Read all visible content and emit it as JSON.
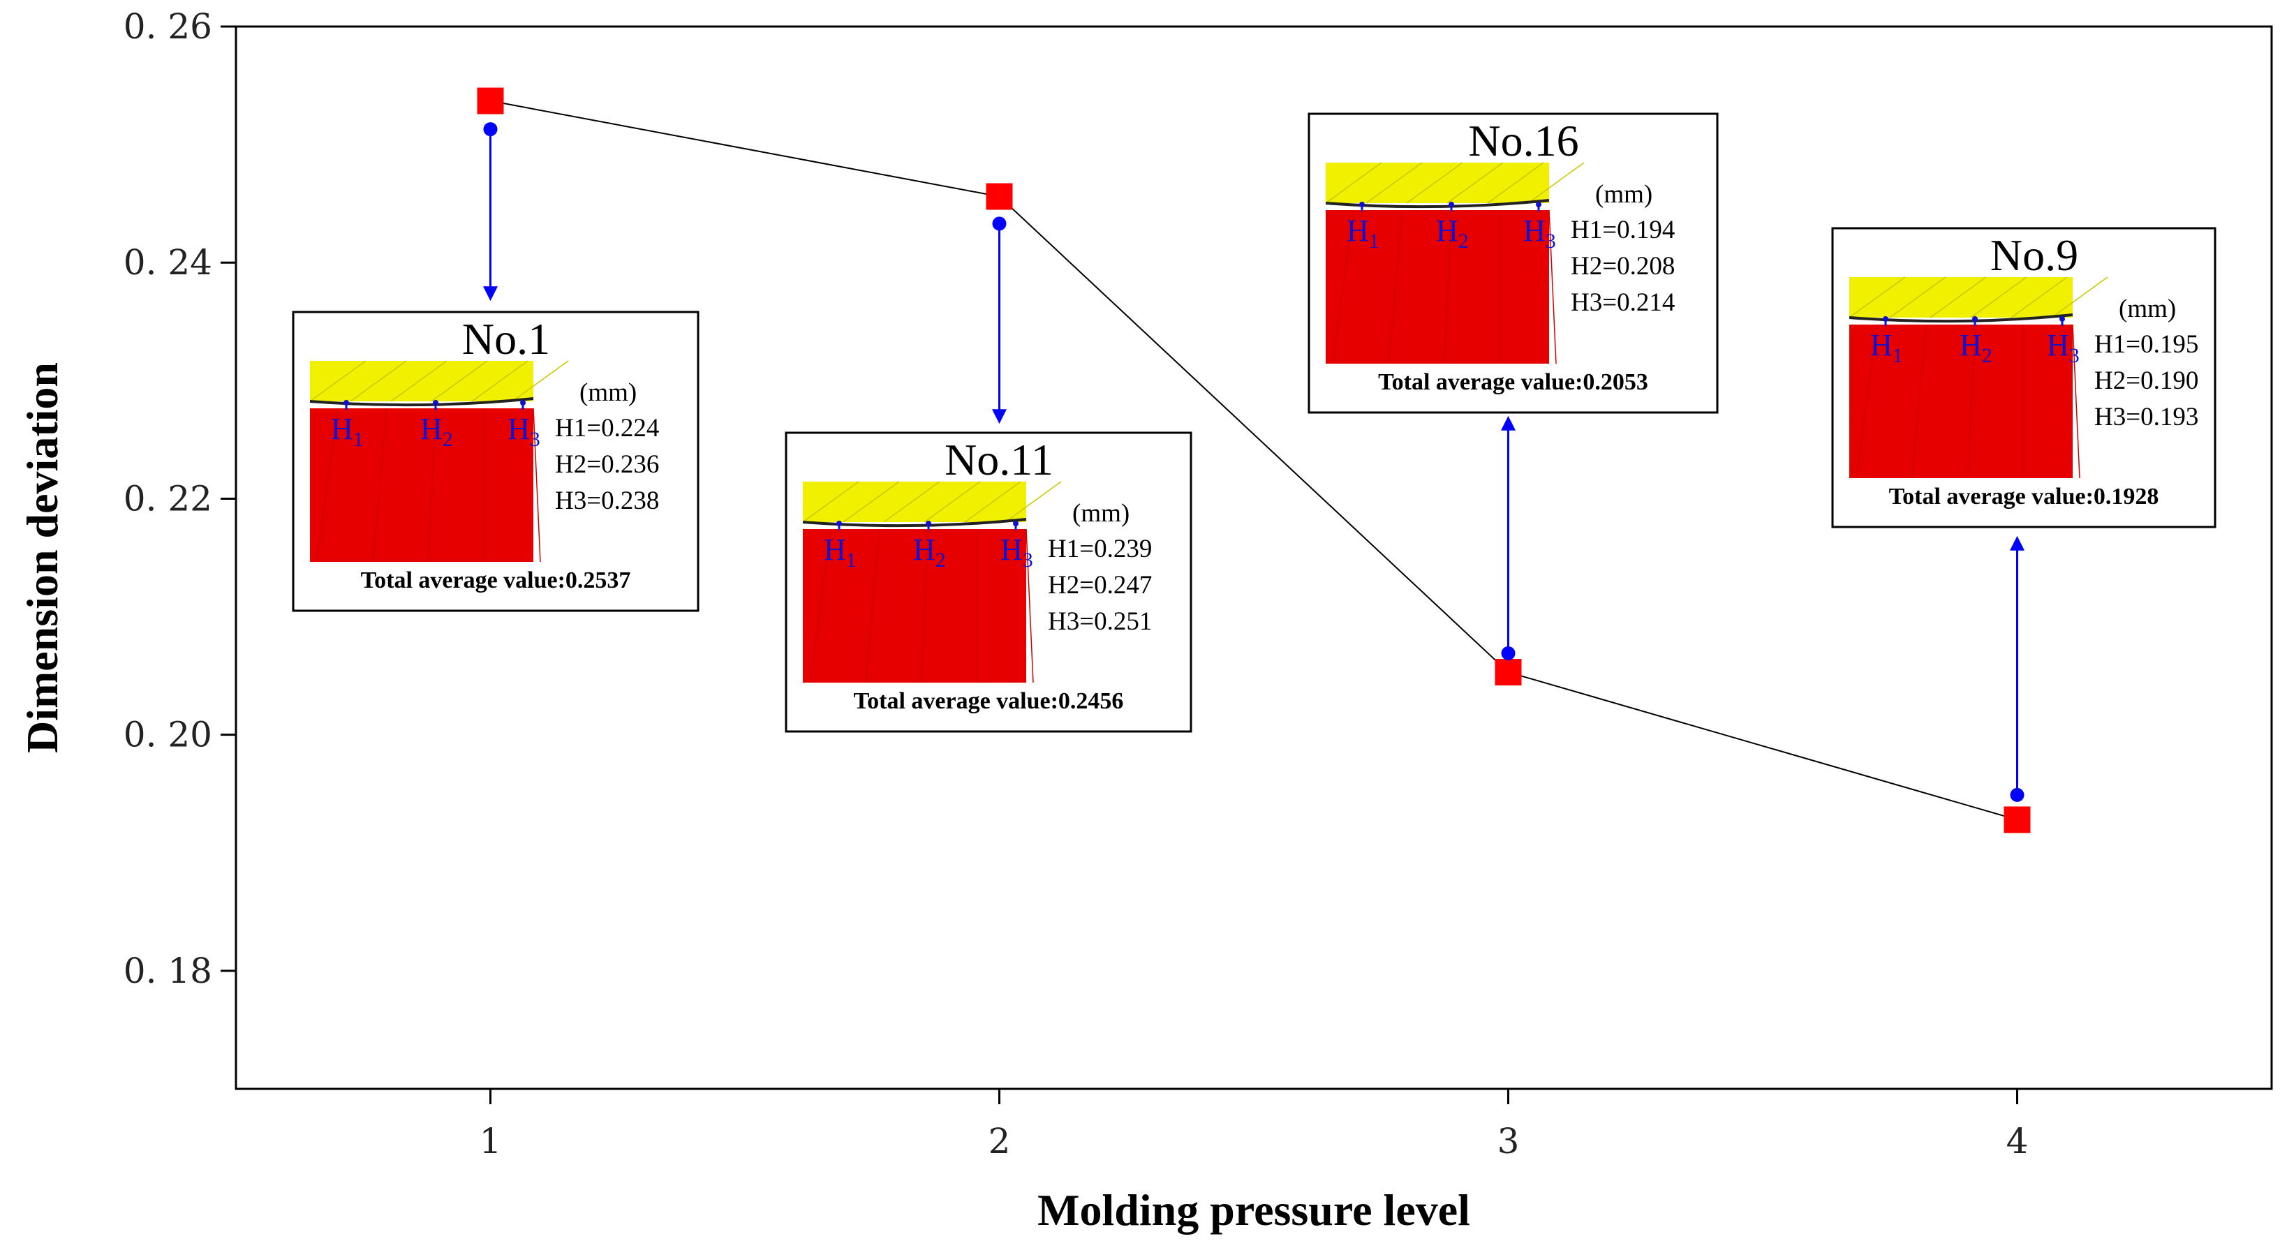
{
  "chart_data": {
    "type": "line",
    "xlabel": "Molding pressure level",
    "ylabel": "Dimension deviation",
    "x_ticks": [
      "1",
      "2",
      "3",
      "4"
    ],
    "y_ticks": [
      "0. 18",
      "0. 20",
      "0. 22",
      "0. 24",
      "0. 26"
    ],
    "xlim": [
      0.5,
      4.5
    ],
    "ylim": [
      0.17,
      0.26
    ],
    "grid": false,
    "series": [
      {
        "marker": "square",
        "color": "#ff0000",
        "x": [
          1,
          2,
          3,
          4
        ],
        "y": [
          0.2537,
          0.2456,
          0.2053,
          0.1928
        ]
      },
      {
        "marker": "circle",
        "color": "#0000ff",
        "x": [
          1,
          2,
          3,
          4
        ],
        "y": [
          0.2513,
          0.2433,
          0.2069,
          0.1949
        ]
      }
    ],
    "annotations": [
      {
        "title": "No.1",
        "unit": "(mm)",
        "h1": "H1=0.224",
        "h2": "H2=0.236",
        "h3": "H3=0.238",
        "total": "Total average value:0.2537"
      },
      {
        "title": "No.11",
        "unit": "(mm)",
        "h1": "H1=0.239",
        "h2": "H2=0.247",
        "h3": "H3=0.251",
        "total": "Total average value:0.2456"
      },
      {
        "title": "No.16",
        "unit": "(mm)",
        "h1": "H1=0.194",
        "h2": "H2=0.208",
        "h3": "H3=0.214",
        "total": "Total average value:0.2053"
      },
      {
        "title": "No.9",
        "unit": "(mm)",
        "h1": "H1=0.195",
        "h2": "H2=0.190",
        "h3": "H3=0.193",
        "total": "Total average value:0.1928"
      }
    ],
    "insert_labels": [
      "H",
      "H",
      "H"
    ],
    "insert_subscripts": [
      "1",
      "2",
      "3"
    ],
    "colors": {
      "upper_mold": "#f0f000",
      "lower_part": "#e60000",
      "arrow": "#0000ff",
      "line": "#000000"
    }
  }
}
